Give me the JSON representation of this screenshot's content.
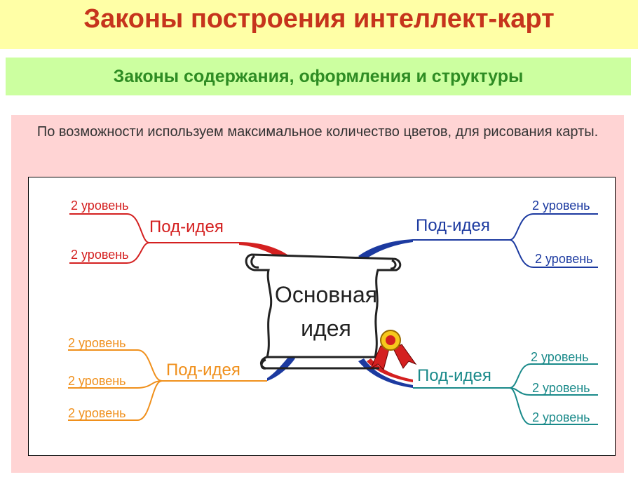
{
  "header": {
    "title": "Законы построения интеллект-карт"
  },
  "subheader": {
    "title": "Законы содержания, оформления и структуры"
  },
  "panel": {
    "text": "По возможности используем максимальное количество цветов, для рисования карты."
  },
  "diagram": {
    "center": {
      "line1": "Основная",
      "line2": "идея"
    },
    "branches": [
      {
        "id": "top-left",
        "label": "Под-идея",
        "color": "#d42020",
        "children": [
          "2 уровень",
          "2 уровень"
        ]
      },
      {
        "id": "top-right",
        "label": "Под-идея",
        "color": "#1c3aa0",
        "children": [
          "2 уровень",
          "2 уровень"
        ]
      },
      {
        "id": "bottom-left",
        "label": "Под-идея",
        "color": "#f0901c",
        "children": [
          "2 уровень",
          "2 уровень",
          "2 уровень"
        ]
      },
      {
        "id": "bottom-right",
        "label": "Под-идея",
        "color": "#1a8a8a",
        "children": [
          "2 уровень",
          "2 уровень",
          "2 уровень"
        ]
      }
    ]
  }
}
